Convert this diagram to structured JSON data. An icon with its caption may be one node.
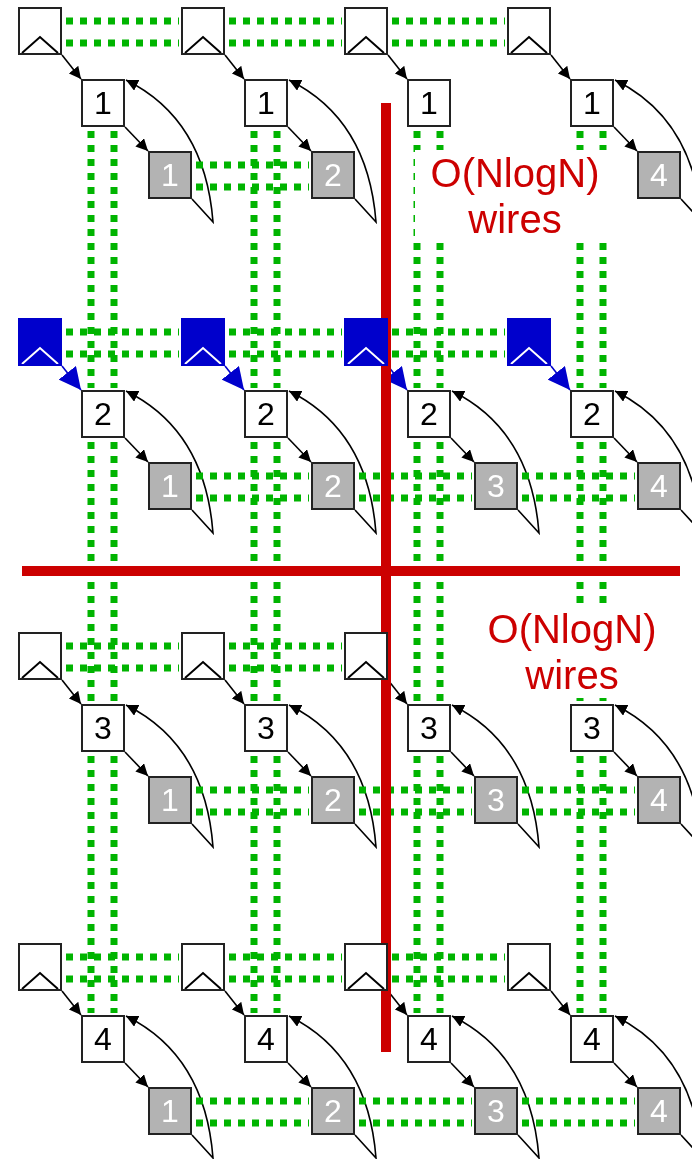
{
  "diagram": {
    "nodes": [
      {
        "text": [],
        "shape": "box"
      },
      {
        "text": [],
        "shape": "box"
      },
      {
        "text": [],
        "shape": "box"
      },
      {
        "text": [],
        "shape": "box"
      },
      {
        "text": [
          "1"
        ]
      },
      {
        "text": [
          "1"
        ]
      },
      {
        "text": [
          "1"
        ]
      },
      {
        "text": [
          "1"
        ]
      },
      {
        "text": [
          "1"
        ]
      },
      {
        "text": [
          "2"
        ]
      },
      {
        "text": [
          "4"
        ]
      },
      {
        "text": [],
        "shape": "box"
      },
      {
        "text": [],
        "shape": "box"
      },
      {
        "text": [],
        "shape": "box"
      },
      {
        "text": [],
        "shape": "box"
      },
      {
        "text": [
          "2"
        ]
      },
      {
        "text": [
          "2"
        ]
      },
      {
        "text": [
          "2"
        ]
      },
      {
        "text": [
          "2"
        ]
      },
      {
        "text": [
          "1"
        ]
      },
      {
        "text": [
          "2"
        ]
      },
      {
        "text": [
          "3"
        ]
      },
      {
        "text": [
          "4"
        ]
      },
      {
        "text": [],
        "shape": "box"
      },
      {
        "text": [],
        "shape": "box"
      },
      {
        "text": [],
        "shape": "box"
      },
      {
        "text": [
          "3"
        ]
      },
      {
        "text": [
          "3"
        ]
      },
      {
        "text": [
          "3"
        ]
      },
      {
        "text": [
          "3"
        ]
      },
      {
        "text": [
          "1"
        ]
      },
      {
        "text": [
          "2"
        ]
      },
      {
        "text": [
          "3"
        ]
      },
      {
        "text": [
          "4"
        ]
      },
      {
        "text": [],
        "shape": "box"
      },
      {
        "text": [],
        "shape": "box"
      },
      {
        "text": [],
        "shape": "box"
      },
      {
        "text": [],
        "shape": "box"
      },
      {
        "text": [
          "4"
        ]
      },
      {
        "text": [
          "4"
        ]
      },
      {
        "text": [
          "4"
        ]
      },
      {
        "text": [
          "4"
        ]
      },
      {
        "text": [
          "1"
        ]
      },
      {
        "text": [
          "2"
        ]
      },
      {
        "text": [
          "3"
        ]
      },
      {
        "text": [
          "4"
        ]
      }
    ],
    "edges": [
      {
        "from": 0,
        "to": 4,
        "arrow": "to"
      },
      {
        "from": 4,
        "to": 8,
        "arrow": "to"
      },
      {
        "from": 8,
        "to": 4,
        "arrow": "to"
      },
      {
        "from": 1,
        "to": 5,
        "arrow": "to"
      },
      {
        "from": 5,
        "to": 9,
        "arrow": "to"
      },
      {
        "from": 9,
        "to": 5,
        "arrow": "to"
      },
      {
        "from": 2,
        "to": 6,
        "arrow": "to"
      },
      {
        "from": 3,
        "to": 7,
        "arrow": "to"
      },
      {
        "from": 7,
        "to": 10,
        "arrow": "to"
      },
      {
        "from": 10,
        "to": 7,
        "arrow": "to"
      },
      {
        "from": 11,
        "to": 15,
        "arrow": "to",
        "color": "#0000cc"
      },
      {
        "from": 15,
        "to": 19,
        "arrow": "to"
      },
      {
        "from": 19,
        "to": 15,
        "arrow": "to"
      },
      {
        "from": 12,
        "to": 16,
        "arrow": "to",
        "color": "#0000cc"
      },
      {
        "from": 16,
        "to": 20,
        "arrow": "to"
      },
      {
        "from": 20,
        "to": 16,
        "arrow": "to"
      },
      {
        "from": 13,
        "to": 17,
        "arrow": "to",
        "color": "#0000cc"
      },
      {
        "from": 17,
        "to": 21,
        "arrow": "to"
      },
      {
        "from": 21,
        "to": 17,
        "arrow": "to"
      },
      {
        "from": 14,
        "to": 18,
        "arrow": "to",
        "color": "#0000cc"
      },
      {
        "from": 18,
        "to": 22,
        "arrow": "to"
      },
      {
        "from": 22,
        "to": 18,
        "arrow": "to"
      },
      {
        "from": 23,
        "to": 26,
        "arrow": "to"
      },
      {
        "from": 26,
        "to": 30,
        "arrow": "to"
      },
      {
        "from": 30,
        "to": 26,
        "arrow": "to"
      },
      {
        "from": 24,
        "to": 27,
        "arrow": "to"
      },
      {
        "from": 27,
        "to": 31,
        "arrow": "to"
      },
      {
        "from": 31,
        "to": 27,
        "arrow": "to"
      },
      {
        "from": 25,
        "to": 28,
        "arrow": "to"
      },
      {
        "from": 28,
        "to": 32,
        "arrow": "to"
      },
      {
        "from": 32,
        "to": 28,
        "arrow": "to"
      },
      {
        "from": 29,
        "to": 33,
        "arrow": "to"
      },
      {
        "from": 33,
        "to": 29,
        "arrow": "to"
      },
      {
        "from": 34,
        "to": 38,
        "arrow": "to"
      },
      {
        "from": 38,
        "to": 42,
        "arrow": "to"
      },
      {
        "from": 42,
        "to": 38,
        "arrow": "to"
      },
      {
        "from": 35,
        "to": 39,
        "arrow": "to"
      },
      {
        "from": 39,
        "to": 43,
        "arrow": "to"
      },
      {
        "from": 43,
        "to": 39,
        "arrow": "to"
      },
      {
        "from": 36,
        "to": 40,
        "arrow": "to"
      },
      {
        "from": 40,
        "to": 44,
        "arrow": "to"
      },
      {
        "from": 44,
        "to": 40,
        "arrow": "to"
      },
      {
        "from": 37,
        "to": 41,
        "arrow": "to"
      },
      {
        "from": 41,
        "to": 45,
        "arrow": "to"
      },
      {
        "from": 45,
        "to": 41,
        "arrow": "to"
      },
      {
        "from": 0,
        "to": 1,
        "arrow": "none",
        "style": "dashed",
        "color": "#00b400"
      },
      {
        "from": 1,
        "to": 2,
        "arrow": "none",
        "style": "dashed",
        "color": "#00b400"
      },
      {
        "from": 2,
        "to": 3,
        "arrow": "none",
        "style": "dashed",
        "color": "#00b400"
      },
      {
        "from": 11,
        "to": 12,
        "arrow": "none",
        "style": "dashed",
        "color": "#00b400"
      },
      {
        "from": 12,
        "to": 13,
        "arrow": "none",
        "style": "dashed",
        "color": "#00b400"
      },
      {
        "from": 13,
        "to": 14,
        "arrow": "none",
        "style": "dashed",
        "color": "#00b400"
      },
      {
        "from": 23,
        "to": 24,
        "arrow": "none",
        "style": "dashed",
        "color": "#00b400"
      },
      {
        "from": 24,
        "to": 25,
        "arrow": "none",
        "style": "dashed",
        "color": "#00b400"
      },
      {
        "from": 34,
        "to": 35,
        "arrow": "none",
        "style": "dashed",
        "color": "#00b400"
      },
      {
        "from": 35,
        "to": 36,
        "arrow": "none",
        "style": "dashed",
        "color": "#00b400"
      },
      {
        "from": 36,
        "to": 37,
        "arrow": "none",
        "style": "dashed",
        "color": "#00b400"
      },
      {
        "from": 8,
        "to": 9,
        "arrow": "none",
        "style": "dashed",
        "color": "#00b400"
      },
      {
        "from": 19,
        "to": 20,
        "arrow": "none",
        "style": "dashed",
        "color": "#00b400"
      },
      {
        "from": 20,
        "to": 21,
        "arrow": "none",
        "style": "dashed",
        "color": "#00b400"
      },
      {
        "from": 21,
        "to": 22,
        "arrow": "none",
        "style": "dashed",
        "color": "#00b400"
      },
      {
        "from": 30,
        "to": 31,
        "arrow": "none",
        "style": "dashed",
        "color": "#00b400"
      },
      {
        "from": 31,
        "to": 32,
        "arrow": "none",
        "style": "dashed",
        "color": "#00b400"
      },
      {
        "from": 32,
        "to": 33,
        "arrow": "none",
        "style": "dashed",
        "color": "#00b400"
      },
      {
        "from": 42,
        "to": 43,
        "arrow": "none",
        "style": "dashed",
        "color": "#00b400"
      },
      {
        "from": 43,
        "to": 44,
        "arrow": "none",
        "style": "dashed",
        "color": "#00b400"
      },
      {
        "from": 44,
        "to": 45,
        "arrow": "none",
        "style": "dashed",
        "color": "#00b400"
      },
      {
        "from": 4,
        "to": 15,
        "arrow": "none",
        "style": "dashed",
        "color": "#00b400"
      },
      {
        "from": 5,
        "to": 16,
        "arrow": "none",
        "style": "dashed",
        "color": "#00b400"
      },
      {
        "from": 6,
        "to": 17,
        "arrow": "none",
        "style": "dashed",
        "color": "#00b400"
      },
      {
        "from": 7,
        "to": 18,
        "arrow": "none",
        "style": "dashed",
        "color": "#00b400"
      },
      {
        "from": 15,
        "to": 26,
        "arrow": "none",
        "style": "dashed",
        "color": "#00b400"
      },
      {
        "from": 16,
        "to": 27,
        "arrow": "none",
        "style": "dashed",
        "color": "#00b400"
      },
      {
        "from": 17,
        "to": 28,
        "arrow": "none",
        "style": "dashed",
        "color": "#00b400"
      },
      {
        "from": 18,
        "to": 29,
        "arrow": "none",
        "style": "dashed",
        "color": "#00b400"
      },
      {
        "from": 26,
        "to": 38,
        "arrow": "none",
        "style": "dashed",
        "color": "#00b400"
      },
      {
        "from": 27,
        "to": 39,
        "arrow": "none",
        "style": "dashed",
        "color": "#00b400"
      },
      {
        "from": 28,
        "to": 40,
        "arrow": "none",
        "style": "dashed",
        "color": "#00b400"
      },
      {
        "from": 29,
        "to": 41,
        "arrow": "none",
        "style": "dashed",
        "color": "#00b400"
      }
    ],
    "labels": [
      "O(NlogN) wires",
      "O(NlogN) wires"
    ]
  }
}
